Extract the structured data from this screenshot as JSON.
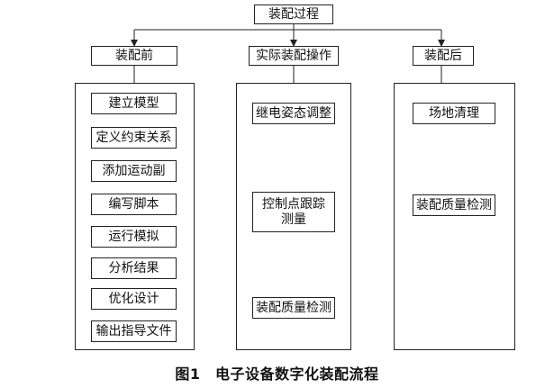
{
  "root": {
    "label": "装配过程"
  },
  "phases": [
    {
      "label": "装配前",
      "steps": [
        "建立模型",
        "定义约束关系",
        "添加运动副",
        "编写脚本",
        "运行模拟",
        "分析结果",
        "优化设计",
        "输出指导文件"
      ]
    },
    {
      "label": "实际装配操作",
      "steps": [
        "继电姿态调整",
        "控制点跟踪测量",
        "装配质量检测"
      ]
    },
    {
      "label": "装配后",
      "steps": [
        "场地清理",
        "装配质量检测"
      ]
    }
  ],
  "caption": "图1　电子设备数字化装配流程"
}
